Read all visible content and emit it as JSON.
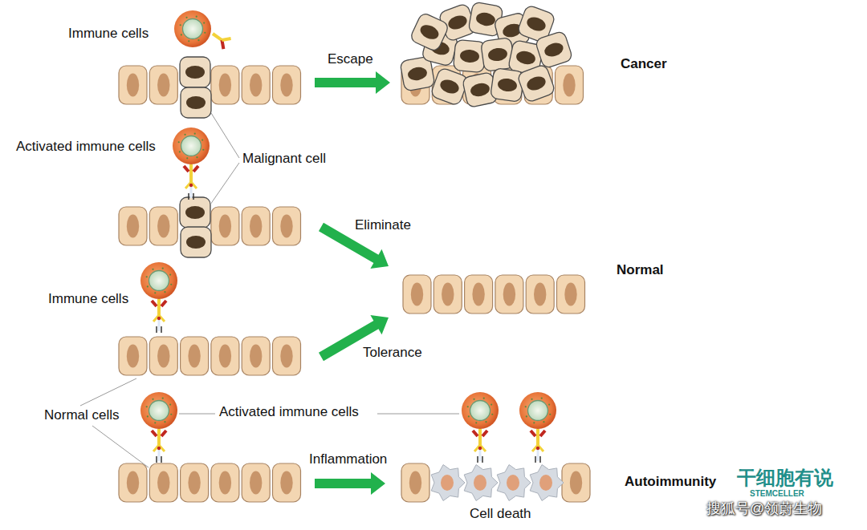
{
  "diagram": {
    "labels": [
      "Immune cells",
      "Escape",
      "Cancer",
      "Activated immune cells",
      "Malignant cell",
      "Eliminate",
      "Normal",
      "Immune cells",
      "Tolerance",
      "Normal cells",
      "Activated immune cells",
      "Inflammation",
      "Autoimmunity",
      "Cell death",
      "干细胞有说",
      "STEMCELLER",
      "搜狐号@领蔚生物"
    ]
  }
}
